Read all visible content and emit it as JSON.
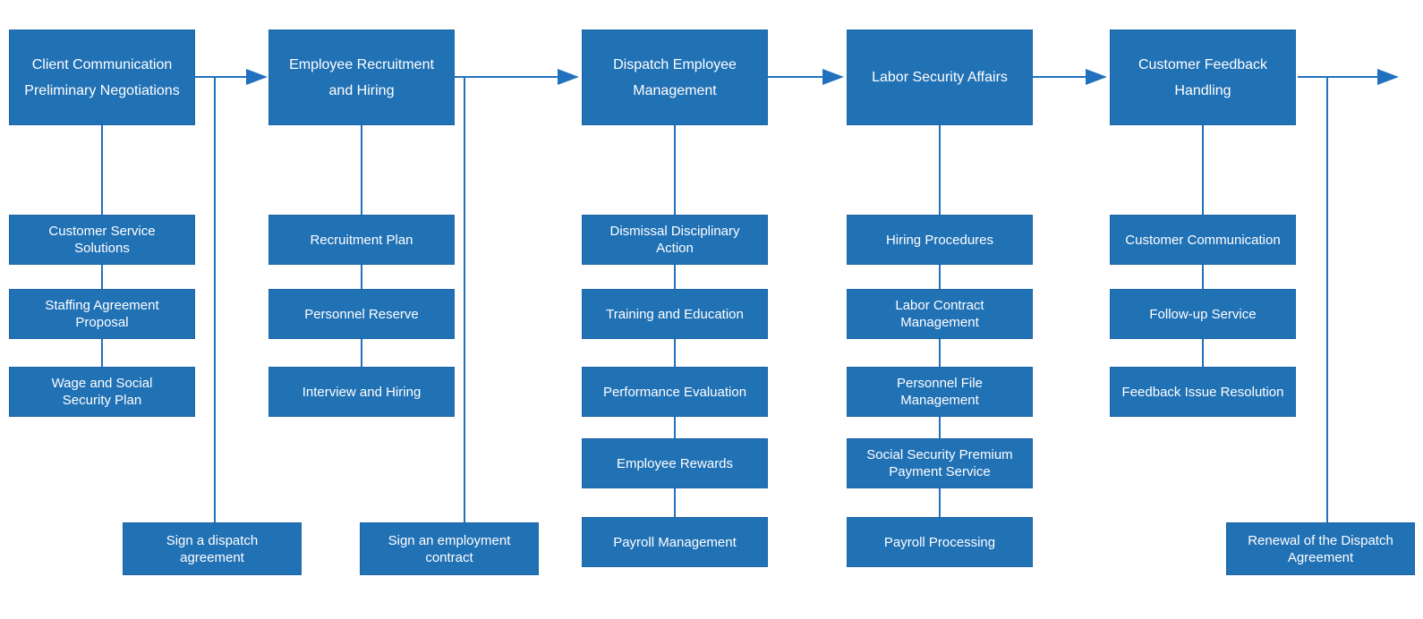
{
  "diagram": {
    "columns": [
      {
        "header": "Client Communication\nPreliminary Negotiations",
        "items": [
          "Customer Service\nSolutions",
          "Staffing Agreement\nProposal",
          "Wage and Social\nSecurity Plan"
        ]
      },
      {
        "header": "Employee Recruitment\nand Hiring",
        "items": [
          "Recruitment Plan",
          "Personnel Reserve",
          "Interview and Hiring"
        ]
      },
      {
        "header": "Dispatch Employee\nManagement",
        "items": [
          "Dismissal Disciplinary\nAction",
          "Training and Education",
          "Performance Evaluation",
          "Employee Rewards",
          "Payroll Management"
        ]
      },
      {
        "header": "Labor Security Affairs",
        "items": [
          "Hiring Procedures",
          "Labor Contract\nManagement",
          "Personnel File\nManagement",
          "Social Security Premium\nPayment Service",
          "Payroll Processing"
        ]
      },
      {
        "header": "Customer Feedback\nHandling",
        "items": [
          "Customer Communication",
          "Follow-up Service",
          "Feedback Issue Resolution"
        ]
      }
    ],
    "milestones": [
      {
        "label": "Sign a dispatch\nagreement"
      },
      {
        "label": "Sign an employment\ncontract"
      },
      {
        "label": "Renewal of the Dispatch\nAgreement"
      }
    ],
    "colors": {
      "box_fill": "#2171b5",
      "box_border": "#1d66a9",
      "box_text": "#ffffff",
      "connector": "#2171bf",
      "background": "#ffffff"
    }
  }
}
